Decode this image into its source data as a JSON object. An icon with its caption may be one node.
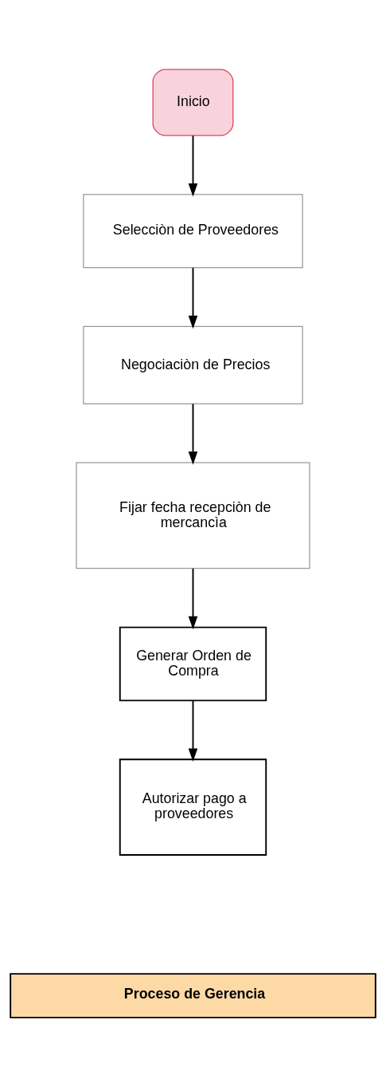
{
  "diagram": {
    "nodes": [
      {
        "text": [
          "Inicio"
        ]
      },
      {
        "text": [
          "Selecciòn de Proveedores"
        ]
      },
      {
        "text": [
          "Negociaciòn de Precios"
        ]
      },
      {
        "text": [
          "Fijar fecha recepciòn de mercancìa"
        ]
      },
      {
        "text": [
          "Generar Orden de Compra"
        ]
      },
      {
        "text": [
          "Autorizar pago a proveedores"
        ]
      },
      {
        "text": [
          "Proceso de Gerencia"
        ]
      }
    ],
    "edges": [
      {
        "from": 0,
        "to": 1,
        "arrow": "to"
      },
      {
        "from": 1,
        "to": 2,
        "arrow": "to"
      },
      {
        "from": 2,
        "to": 3,
        "arrow": "to"
      },
      {
        "from": 3,
        "to": 4,
        "arrow": "to"
      },
      {
        "from": 4,
        "to": 5,
        "arrow": "to"
      }
    ]
  }
}
